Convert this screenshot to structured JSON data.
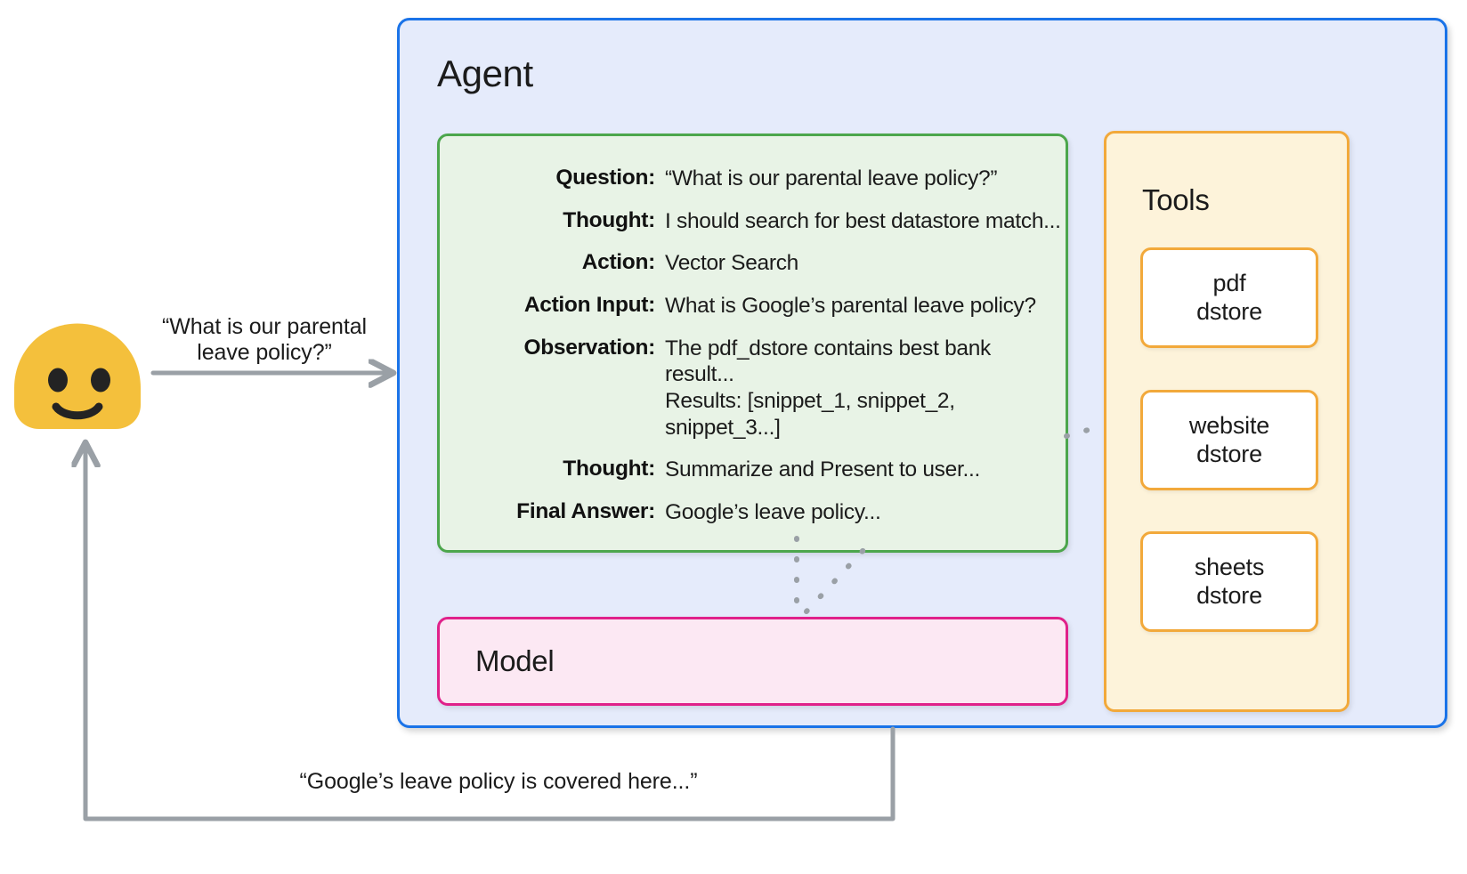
{
  "diagram": {
    "title": "Agent",
    "user": {
      "avatar": "smiling-blob-emoji",
      "question_label": "“What is our parental\nleave policy?”",
      "answer_label": "“Google’s leave policy is covered here...”"
    },
    "agent": {
      "title": "Agent",
      "trace": {
        "rows": [
          {
            "label": "Question:",
            "value": "“What is our parental leave policy?”"
          },
          {
            "label": "Thought:",
            "value": "I should search for best datastore match..."
          },
          {
            "label": "Action:",
            "value": "Vector Search"
          },
          {
            "label": "Action Input:",
            "value": "What is Google’s parental leave policy?"
          },
          {
            "label": "Observation:",
            "value": "The pdf_dstore contains best bank result...\nResults: [snippet_1, snippet_2, snippet_3...]"
          },
          {
            "label": "Thought:",
            "value": "Summarize and Present to user..."
          },
          {
            "label": "Final Answer:",
            "value": "Google’s leave policy..."
          }
        ]
      },
      "model": {
        "title": "Model"
      },
      "tools": {
        "title": "Tools",
        "items": [
          {
            "label": "pdf\ndstore"
          },
          {
            "label": "website\ndstore"
          },
          {
            "label": "sheets\ndstore"
          }
        ]
      }
    },
    "colors": {
      "agent_border": "#1a73e8",
      "agent_fill": "#e5ebfb",
      "trace_border": "#4ca64c",
      "trace_fill": "#e8f3e6",
      "model_border": "#e0218a",
      "model_fill": "#fce8f3",
      "tools_border": "#f2a93b",
      "tools_fill": "#fdf3da",
      "tool_card_fill": "#ffffff",
      "avatar": "#f4c03c",
      "arrow": "#9aa0a6",
      "text": "#1b1b1b"
    }
  }
}
